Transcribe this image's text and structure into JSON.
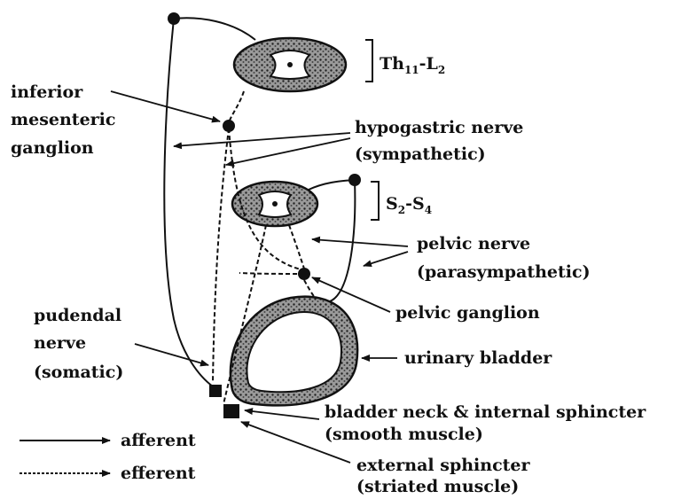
{
  "labels": {
    "spinal_upper": "Th",
    "spinal_upper_sub1": "11",
    "spinal_upper_dash": "-L",
    "spinal_upper_sub2": "2",
    "spinal_lower": "S",
    "spinal_lower_sub1": "2",
    "spinal_lower_dash": "-S",
    "spinal_lower_sub2": "4",
    "inferior_mesenteric_1": "inferior",
    "inferior_mesenteric_2": "mesenteric",
    "inferior_mesenteric_3": "ganglion",
    "hypogastric_1": "hypogastric nerve",
    "hypogastric_2": "(sympathetic)",
    "pelvic_nerve_1": "pelvic nerve",
    "pelvic_nerve_2": "(parasympathetic)",
    "pelvic_ganglion": "pelvic ganglion",
    "pudendal_1": "pudendal",
    "pudendal_2": "nerve",
    "pudendal_3": "(somatic)",
    "urinary_bladder": "urinary bladder",
    "bladder_neck_1": "bladder neck & internal sphincter",
    "bladder_neck_2": "(smooth muscle)",
    "external_sphincter_1": "external sphincter",
    "external_sphincter_2": "(striated muscle)"
  },
  "legend": {
    "afferent": "afferent",
    "efferent": "efferent"
  }
}
